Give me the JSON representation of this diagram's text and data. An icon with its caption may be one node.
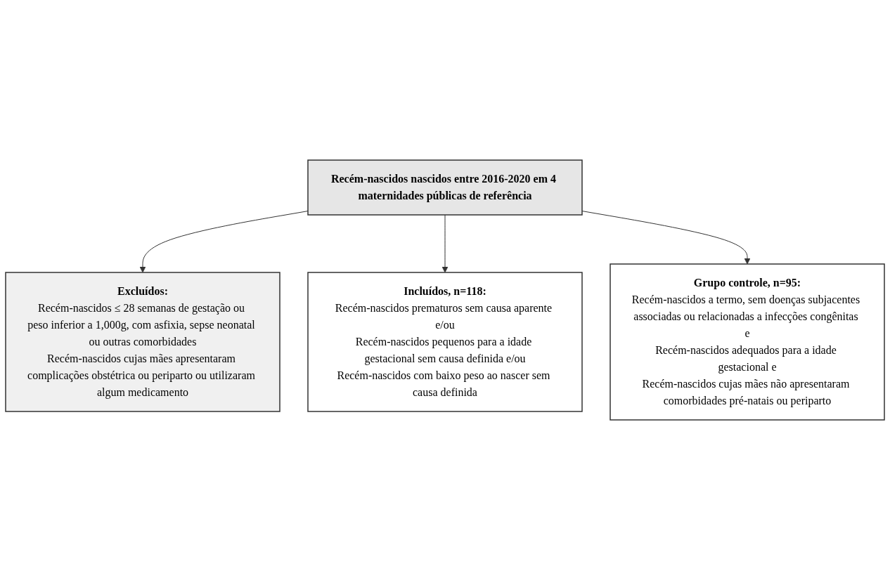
{
  "diagram": {
    "nodes": [
      {
        "text": [
          "Recém-nascidos nascidos entre 2016-2020 em 4 maternidades públicas de referência"
        ]
      },
      {
        "text": [
          "Excluídos:",
          "Recém-nascidos ≤ 28 semanas de gestação ou peso inferior a 1,000g, com asfixia, sepse neonatal ou outras comorbidades",
          "Recém-nascidos cujas mães apresentaram complicações obstétrica ou periparto ou utilizaram algum medicamento"
        ]
      },
      {
        "text": [
          "Grupo controle, n=95:",
          "Recém-nascidos a termo, sem doenças subjacentes associadas ou relacionadas a infecções congênitas e",
          "Recém-nascidos adequados para a idade gestacional e",
          "Recém-nascidos cujas mães não apresentaram comorbidades pré-natais ou periparto"
        ]
      },
      {
        "text": [
          "Incluídos, n=118:",
          "Recém-nascidos prematuros sem causa aparente e/ou",
          "Recém-nascidos pequenos para a idade gestacional sem causa definida e/ou",
          "Recém-nascidos com baixo peso ao nascer sem causa definida"
        ]
      }
    ],
    "edges": [
      {
        "from": 0,
        "to": 1,
        "arrow": "to"
      },
      {
        "from": 0,
        "to": 3,
        "arrow": "to"
      },
      {
        "from": 0,
        "to": 2,
        "arrow": "to"
      }
    ]
  }
}
